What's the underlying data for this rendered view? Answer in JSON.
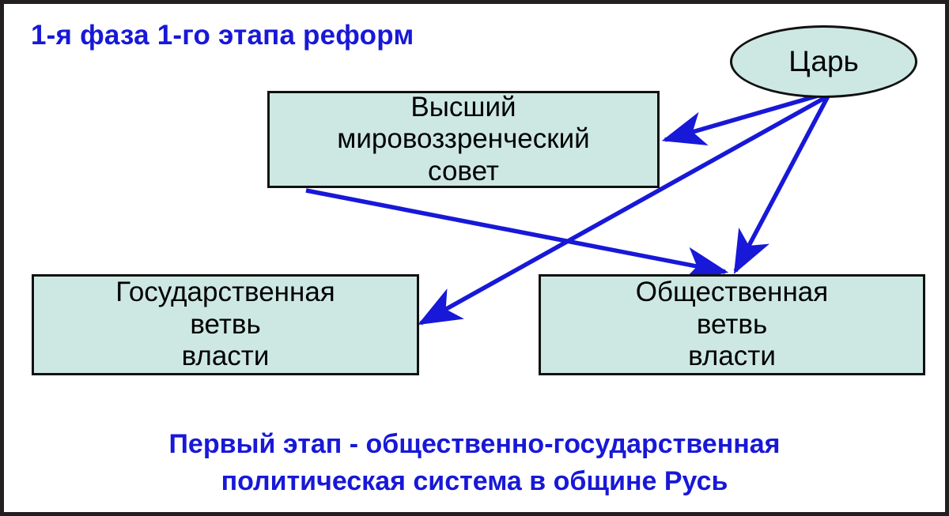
{
  "slide": {
    "headline": "1-я фаза 1-го этапа реформ",
    "caption_line1": "Первый этап - общественно-государственная",
    "caption_line2": "политическая система в общине Русь",
    "background_color": "#ffffff",
    "border_color": "#231f20",
    "accent_text_color": "#1818d8",
    "node_fill_color": "#cde8e3",
    "node_border_color": "#111111",
    "arrow_color": "#1818d8"
  },
  "nodes": {
    "tsar": {
      "label": "Царь",
      "shape": "ellipse"
    },
    "council": {
      "shape": "rectangle",
      "lines": [
        "Высший",
        "мировоззренческий",
        "совет"
      ]
    },
    "state_branch": {
      "shape": "rectangle",
      "lines": [
        "Государственная",
        "ветвь",
        "власти"
      ]
    },
    "public_branch": {
      "shape": "rectangle",
      "lines": [
        "Общественная",
        "ветвь",
        "власти"
      ]
    }
  },
  "arrows": [
    {
      "name": "tsar-to-council",
      "from": "tsar",
      "to": "council"
    },
    {
      "name": "tsar-to-public-branch",
      "from": "tsar",
      "to": "public_branch"
    },
    {
      "name": "tsar-to-state-branch",
      "from": "tsar",
      "to": "state_branch"
    },
    {
      "name": "council-to-public-branch",
      "from": "council",
      "to": "public_branch"
    }
  ]
}
